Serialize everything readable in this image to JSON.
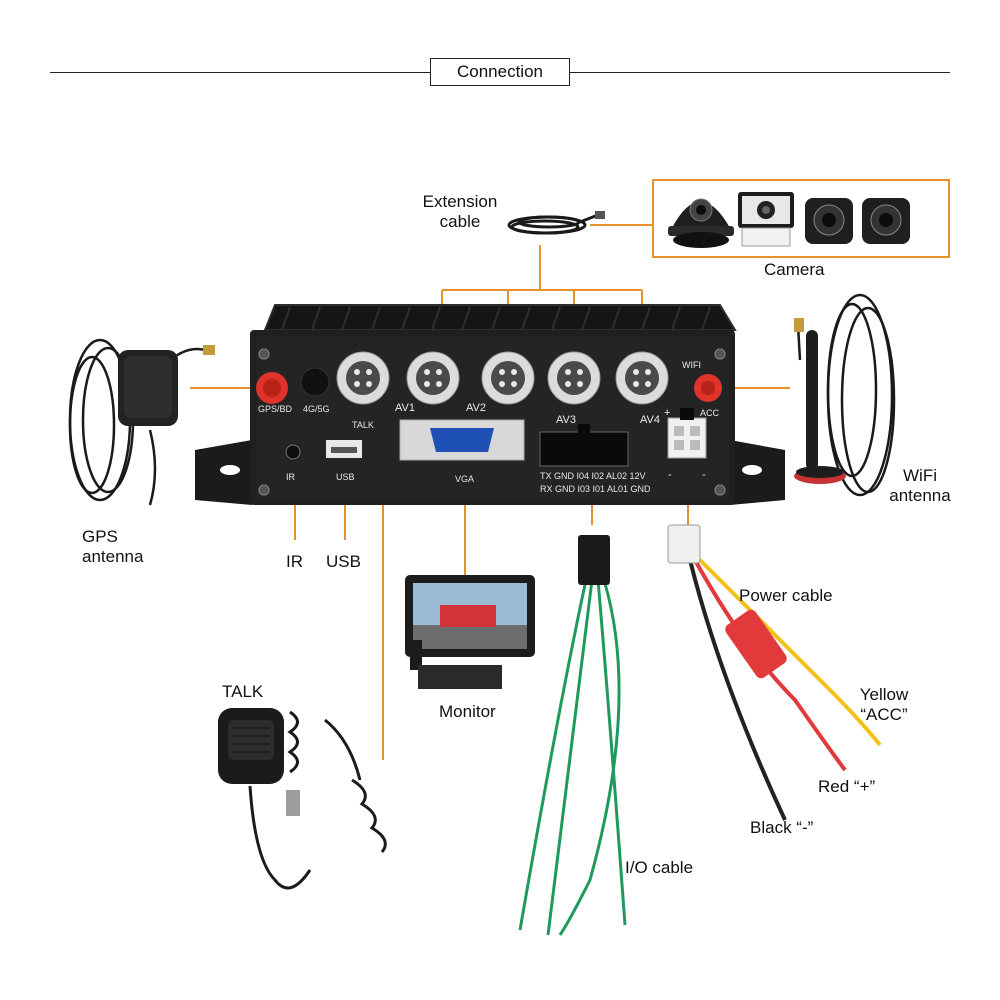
{
  "title": "Connection",
  "labels": {
    "extension_cable": [
      "Extension",
      "cable"
    ],
    "camera": "Camera",
    "gps_antenna": [
      "GPS",
      "antenna"
    ],
    "wifi_antenna": [
      "WiFi",
      "antenna"
    ],
    "ir": "IR",
    "usb": "USB",
    "talk": "TALK",
    "monitor": "Monitor",
    "io_cable": "I/O cable",
    "power_cable": "Power cable",
    "yellow": [
      "Yellow",
      "“ACC”"
    ],
    "red": "Red “+”",
    "black": "Black “-”"
  },
  "device_panel": {
    "gps_bd": "GPS/BD",
    "g4_5g": "4G/5G",
    "talk": "TALK",
    "av_ports": [
      "AV1",
      "AV2",
      "AV3",
      "AV4"
    ],
    "wifi": "WIFI",
    "acc": "ACC",
    "ir": "IR",
    "usb": "USB",
    "vga": "VGA",
    "io_row1": "TX GND I04 I02 AL02 12V",
    "io_row2": "RX GND I03 I01 AL01 GND",
    "plus": "+",
    "minus_left": "-",
    "minus_right": "-"
  },
  "colors": {
    "connector_line": "#e8922e",
    "device_body": "#1c1c1c",
    "antenna_port": "#e0332a",
    "io_wire": "#1f9a5c",
    "power_yellow": "#f2c21b",
    "power_red": "#e23a3a",
    "power_black": "#222222"
  }
}
